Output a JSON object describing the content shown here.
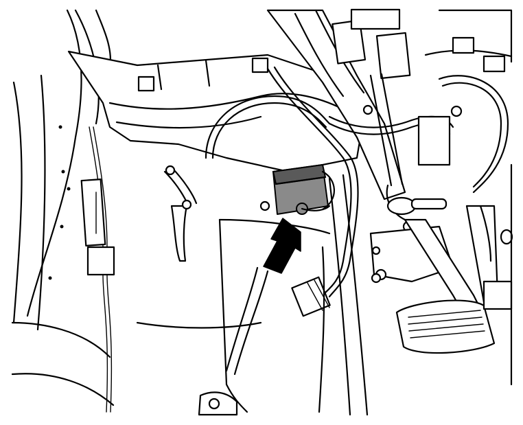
{
  "figure": {
    "type": "line-art",
    "callouts": [
      {
        "shape": "arrow",
        "color": "#000000",
        "points_to": "module"
      }
    ],
    "colors": {
      "line": "#000000",
      "background": "#ffffff",
      "module_fill": "#8a8a8a",
      "arrow_fill": "#000000"
    }
  }
}
